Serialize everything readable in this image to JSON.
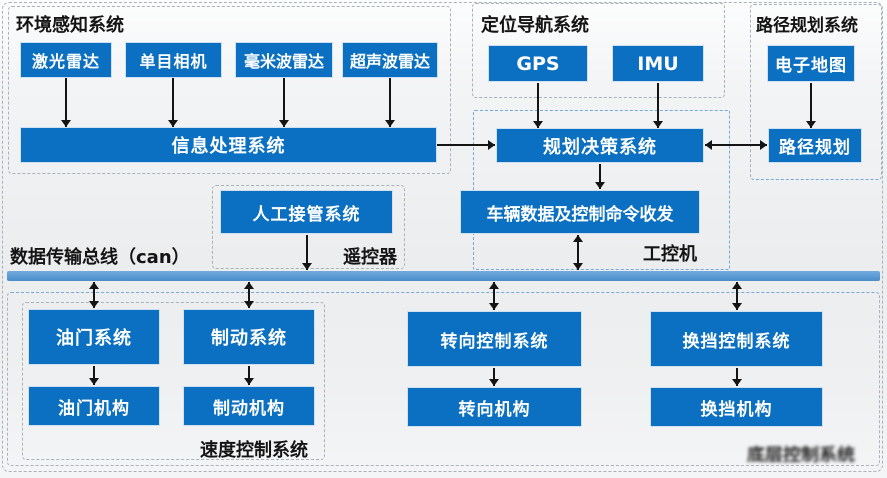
{
  "colors": {
    "box_blue": "#0B70C1",
    "bus_blue": "#5B9BD5",
    "text_dark": "#141414",
    "box_text": "#FFFFFF"
  },
  "perception": {
    "title": "环境感知系统",
    "lidar": "激光雷达",
    "camera": "单目相机",
    "mm_radar": "毫米波雷达",
    "ultrasonic": "超声波雷达",
    "processor": "信息处理系统"
  },
  "navigation": {
    "title": "定位导航系统",
    "gps": "GPS",
    "imu": "IMU"
  },
  "path_planning": {
    "title": "路径规划系统",
    "map": "电子地图",
    "planner": "路径规划"
  },
  "ipc": {
    "label": "工控机",
    "decision": "规划决策系统",
    "transceiver": "车辆数据及控制命令收发"
  },
  "remote": {
    "label": "遥控器",
    "takeover": "人工接管系统"
  },
  "bus": {
    "label": "数据传输总线（can）"
  },
  "speed": {
    "label": "速度控制系统",
    "throttle_system": "油门系统",
    "brake_system": "制动系统",
    "throttle_mech": "油门机构",
    "brake_mech": "制动机构"
  },
  "steering": {
    "system": "转向控制系统",
    "mech": "转向机构"
  },
  "gear": {
    "system": "换挡控制系统",
    "mech": "换挡机构"
  },
  "footer": {
    "smudged_label": "底层控制系统"
  }
}
